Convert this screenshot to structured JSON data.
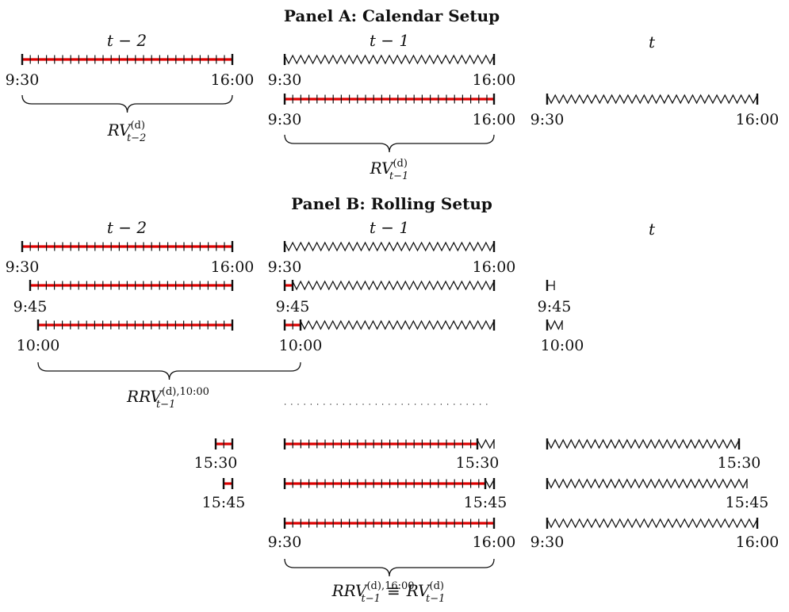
{
  "panel_a": {
    "title": "Panel A: Calendar Setup",
    "col_t2": "t − 2",
    "col_t1": "t − 1",
    "col_t": "t",
    "labels": {
      "a_t2_start": "9:30",
      "a_t2_end": "16:00",
      "a_t1_top_start": "9:30",
      "a_t1_top_end": "16:00",
      "a_t1_bot_start": "9:30",
      "a_t1_bot_end": "16:00",
      "a_t_start": "9:30",
      "a_t_end": "16:00"
    },
    "brace_t2": {
      "base": "RV",
      "sup": "(d)",
      "sub": "t−2"
    },
    "brace_t1": {
      "base": "RV",
      "sup": "(d)",
      "sub": "t−1"
    }
  },
  "panel_b": {
    "title": "Panel B: Rolling Setup",
    "col_t2": "t − 2",
    "col_t1": "t − 1",
    "col_t": "t",
    "labels": {
      "b1_s": "9:30",
      "b1_e": "16:00",
      "b1_m": "9:30",
      "b1_me": "16:00",
      "b2_l": "9:45",
      "b2_m": "9:45",
      "b2_r": "9:45",
      "b3_l": "10:00",
      "b3_m": "10:00",
      "b3_r": "10:00",
      "b4_l": "15:30",
      "b4_m": "15:30",
      "b4_r": "15:30",
      "b5_l": "15:45",
      "b5_m": "15:45",
      "b5_r": "15:45",
      "b6_ms": "9:30",
      "b6_me": "16:00",
      "b6_rs": "9:30",
      "b6_re": "16:00"
    },
    "brace_1000": {
      "base": "RRV",
      "sup": "(d),10:00",
      "sub": "t−1"
    },
    "brace_1600": {
      "base": "RRV",
      "sup": "(d),16:00",
      "sub": "t−1",
      "equiv": "≡",
      "base2": "RV",
      "sup2": "(d)",
      "sub2": "t−1"
    }
  },
  "colors": {
    "realized": "#dd0000",
    "tick": "#111111",
    "zigzag": "#111111"
  }
}
